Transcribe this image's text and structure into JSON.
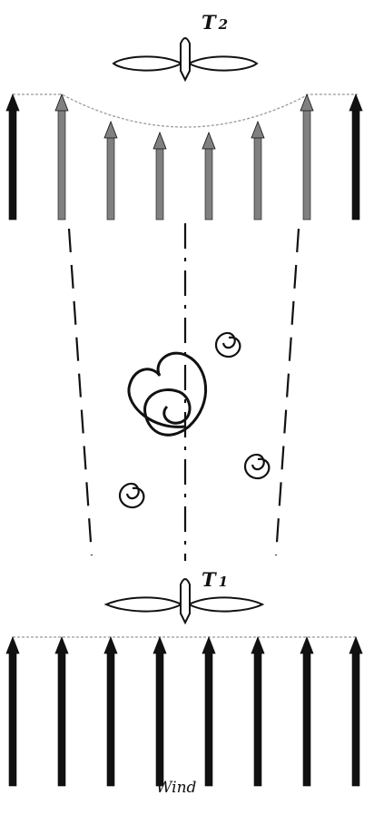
{
  "labels": {
    "turbine_top": "T",
    "turbine_top_sub": "2",
    "turbine_bottom": "T",
    "turbine_bottom_sub": "1",
    "flow": "Wind"
  },
  "colors": {
    "dark_arrow": "#111111",
    "grey_arrow": "#808080",
    "line": "#111111",
    "dotted": "#9a9a9a"
  },
  "wind_arrows_top": [
    "dark",
    "grey",
    "grey",
    "grey",
    "grey",
    "grey",
    "grey",
    "dark"
  ],
  "wind_arrows_bottom": [
    "dark",
    "dark",
    "dark",
    "dark",
    "dark",
    "dark",
    "dark",
    "dark"
  ]
}
